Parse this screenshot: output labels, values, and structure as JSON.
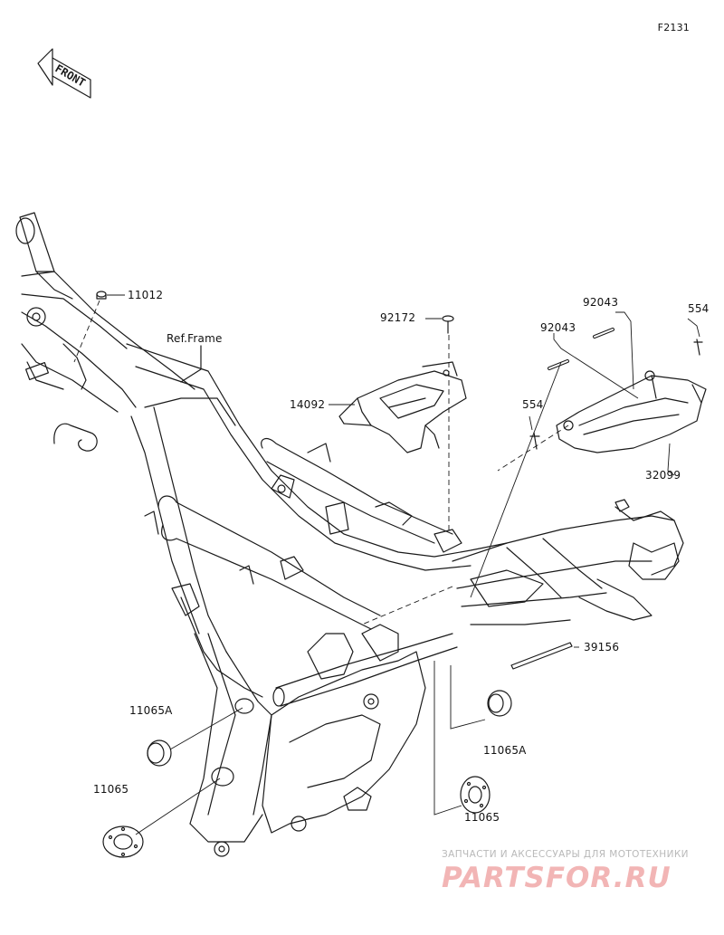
{
  "diagram_code": "F2131",
  "front_arrow": {
    "text": "FRONT"
  },
  "reference_label": "Ref.Frame",
  "callouts": [
    {
      "id": "c-11012",
      "part": "11012"
    },
    {
      "id": "c-92172",
      "part": "92172"
    },
    {
      "id": "c-14092",
      "part": "14092"
    },
    {
      "id": "c-92043-a",
      "part": "92043"
    },
    {
      "id": "c-92043-b",
      "part": "92043"
    },
    {
      "id": "c-554-a",
      "part": "554"
    },
    {
      "id": "c-554-b",
      "part": "554"
    },
    {
      "id": "c-32099",
      "part": "32099"
    },
    {
      "id": "c-39156",
      "part": "39156"
    },
    {
      "id": "c-11065A-left",
      "part": "11065A"
    },
    {
      "id": "c-11065-left",
      "part": "11065"
    },
    {
      "id": "c-11065A-right",
      "part": "11065A"
    },
    {
      "id": "c-11065-right",
      "part": "11065"
    }
  ],
  "watermark": {
    "caption": "ЗАПЧАСТИ И АКСЕССУАРЫ ДЛЯ МОТОТЕХНИКИ",
    "logo": "PARTSFOR.RU"
  },
  "colors": {
    "line": "#1a1a1a",
    "background": "#ffffff",
    "watermark": "#f2b5b5"
  }
}
